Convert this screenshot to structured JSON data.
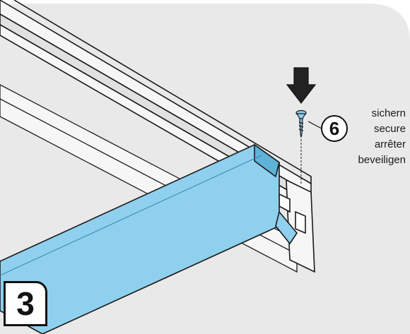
{
  "figure": {
    "step_number": "3",
    "callout_number": "6",
    "instruction_words": [
      "sichern",
      "secure",
      "arrêter",
      "beveiligen"
    ]
  },
  "colors": {
    "background": "#e9e9e9",
    "rail": "#f4f4f4",
    "outline": "#1a1a1a",
    "cover_blue": "#8fd0ee",
    "cover_blue_dark": "#5fb3d9"
  },
  "icons": {
    "arrow": "down-arrow-icon",
    "screw": "screw-icon"
  }
}
